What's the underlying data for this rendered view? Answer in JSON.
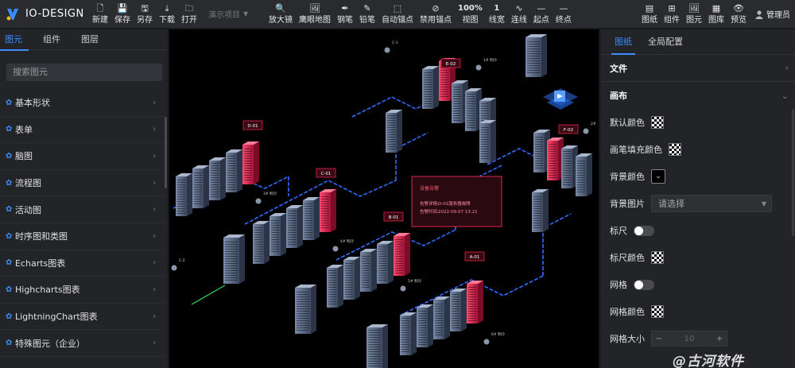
{
  "app": {
    "title": "IO-DESIGN"
  },
  "toolbar": {
    "new": "新建",
    "save": "保存",
    "save_as": "另存",
    "download": "下载",
    "open": "打开",
    "demo_project": "演示项目",
    "magnifier": "放大镜",
    "eagle_eye": "鹰眼地图",
    "pen": "钢笔",
    "pencil": "铅笔",
    "auto_anchor": "自动锚点",
    "disable_anchor": "禁用锚点",
    "zoom_value": "100%",
    "view": "视图",
    "line_width_value": "1",
    "line_width": "线宽",
    "connect": "连线",
    "start_point": "起点",
    "end_point": "终点",
    "drawing": "图纸",
    "component": "组件",
    "element": "图元",
    "gallery": "图库",
    "preview": "预览",
    "user": "管理员"
  },
  "left": {
    "tabs": [
      "图元",
      "组件",
      "图层"
    ],
    "search_placeholder": "搜索图元",
    "categories": [
      "基本形状",
      "表单",
      "脑图",
      "流程图",
      "活动图",
      "时序图和类图",
      "Echarts图表",
      "Highcharts图表",
      "LightningChart图表",
      "特殊图元（企业）"
    ]
  },
  "canvas": {
    "tags": [
      "D-01",
      "C-01",
      "B-01",
      "A-01",
      "E-02",
      "F-02"
    ],
    "small_labels": [
      "C-1",
      "1# 制冷",
      "2#",
      "3# 制冷",
      "4# 制冷",
      "5# 制冷",
      "6# 制冷",
      "C-2"
    ],
    "alert": {
      "title": "设备告警",
      "detail_label": "告警详情:",
      "detail_value": "D-01服务器故障",
      "time_label": "告警时间:",
      "time_value": "2022-09-07 13:21"
    }
  },
  "right": {
    "tabs": [
      "图纸",
      "全局配置"
    ],
    "section_file": "文件",
    "section_canvas": "画布",
    "props": {
      "default_color": "默认颜色",
      "brush_fill_color": "画笔填充颜色",
      "bg_color": "背景颜色",
      "bg_image": "背景图片",
      "bg_image_placeholder": "请选择",
      "ruler": "标尺",
      "ruler_color": "标尺颜色",
      "grid": "网格",
      "grid_color": "网格颜色",
      "grid_size": "网格大小",
      "grid_size_value": "10"
    }
  },
  "watermark": "@古河软件",
  "colors": {
    "accent": "#3a8cff",
    "alert_red": "#e0264a",
    "rack": "#5b6a86",
    "pipe": "#2f6bff"
  }
}
